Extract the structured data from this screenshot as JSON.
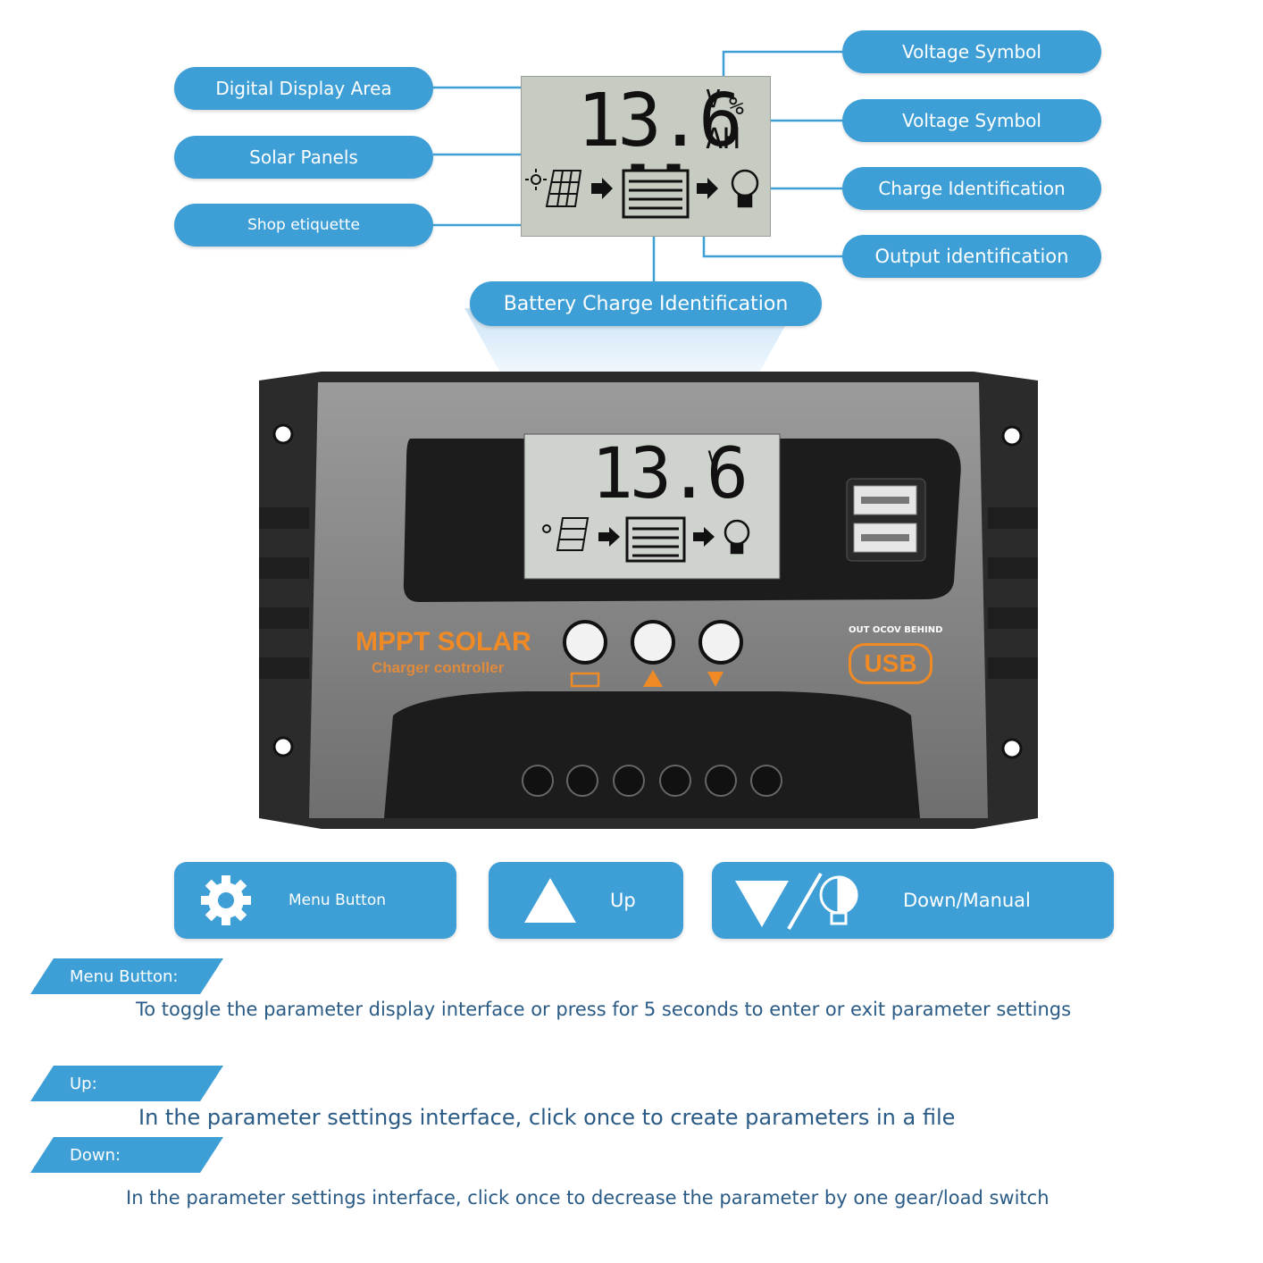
{
  "callouts": {
    "digital_display_area": "Digital Display Area",
    "solar_panels": "Solar Panels",
    "shop_etiquette": "Shop etiquette",
    "voltage_symbol_1": "Voltage Symbol",
    "voltage_symbol_2": "Voltage Symbol",
    "charge_identification": "Charge Identification",
    "output_identification": "Output identification",
    "battery_charge_identification": "Battery Charge Identification"
  },
  "lcd_top": {
    "reading": "13.6",
    "unit_v": "V",
    "unit_pct": "%",
    "unit_ah": "AH"
  },
  "device": {
    "lcd_reading": "13.6",
    "lcd_unit": "V",
    "brand_line1": "MPPT SOLAR",
    "brand_line2": "Charger controller",
    "usb_note": "OUT OCOV BEHIND",
    "usb_logo": "USB"
  },
  "buttons": {
    "menu_label": "Menu Button",
    "up_label": "Up",
    "down_label": "Down/Manual"
  },
  "descriptions": {
    "menu_title": "Menu Button:",
    "menu_text": "To toggle the parameter display interface or press for 5 seconds to enter or exit parameter settings",
    "up_title": "Up:",
    "up_text": "In the parameter settings interface, click once to create parameters in a file",
    "down_title": "Down:",
    "down_text": "In the parameter settings interface, click once to decrease the parameter by one gear/load switch"
  },
  "colors": {
    "accent": "#3d9fd6",
    "orange": "#f08a24",
    "desc_text": "#2a5b86"
  }
}
